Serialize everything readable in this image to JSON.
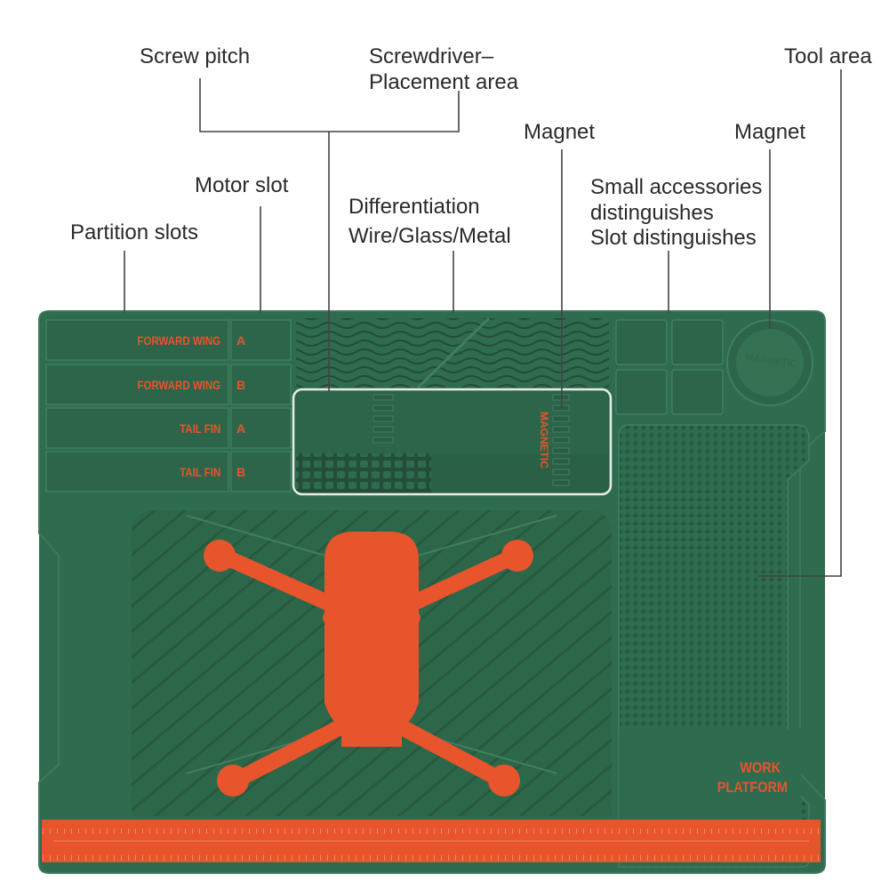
{
  "callouts": {
    "screw_pitch": "Screw pitch",
    "screwdriver_line1": "Screwdriver–",
    "screwdriver_line2": "Placement area",
    "tool_area": "Tool area",
    "magnet_left": "Magnet",
    "magnet_right": "Magnet",
    "motor_slot": "Motor slot",
    "differentiation_line1": "Differentiation",
    "differentiation_line2": "Wire/Glass/Metal",
    "small_acc_line1": "Small accessories",
    "small_acc_line2": "distinguishes",
    "small_acc_line3": "Slot distinguishes",
    "partition_slots": "Partition slots"
  },
  "mat": {
    "slots": [
      {
        "label": "FORWARD WING",
        "letter": "A"
      },
      {
        "label": "FORWARD WING",
        "letter": "B"
      },
      {
        "label": "TAIL FIN",
        "letter": "A"
      },
      {
        "label": "TAIL FIN",
        "letter": "B"
      }
    ],
    "magnetic_strip_label": "MAGNETIC",
    "magnetic_circle_label": "MAGNETIC",
    "work_platform_line1": "WORK",
    "work_platform_line2": "PLATFORM"
  },
  "colors": {
    "mat_green": "#2f6b4e",
    "accent_orange": "#e8542c",
    "background": "#ffffff"
  }
}
